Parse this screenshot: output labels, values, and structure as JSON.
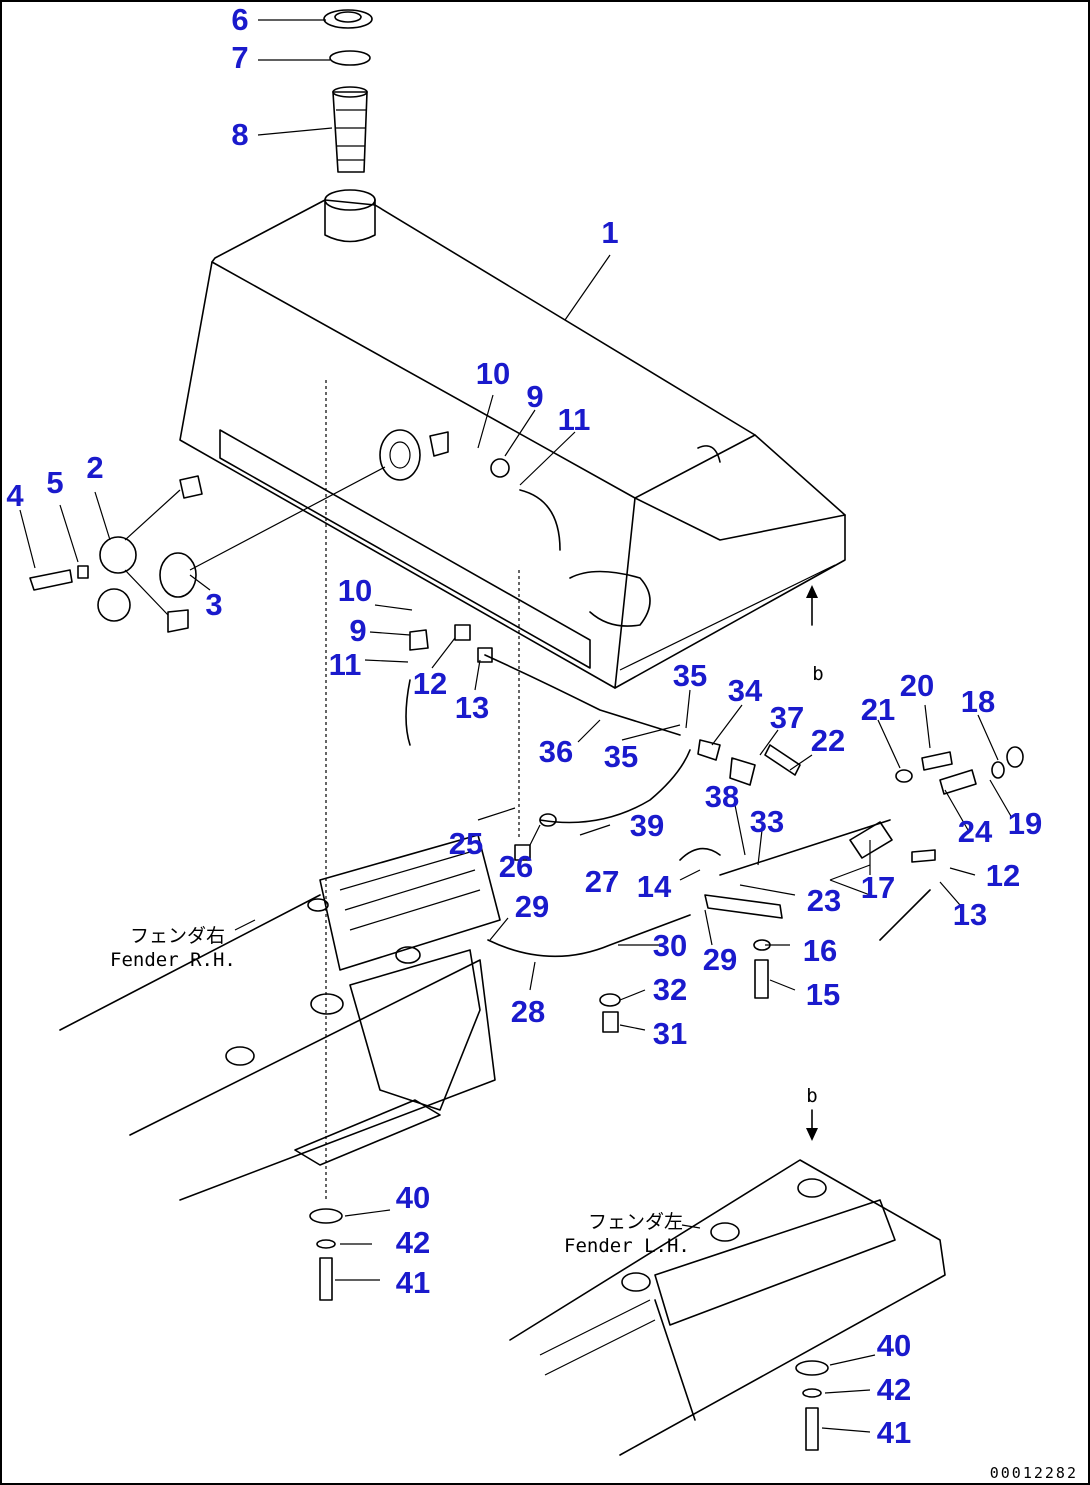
{
  "labels": [
    {
      "id": "6",
      "text": "6"
    },
    {
      "id": "7",
      "text": "7"
    },
    {
      "id": "8",
      "text": "8"
    },
    {
      "id": "1",
      "text": "1"
    },
    {
      "id": "10a",
      "text": "10"
    },
    {
      "id": "9a",
      "text": "9"
    },
    {
      "id": "11a",
      "text": "11"
    },
    {
      "id": "2",
      "text": "2"
    },
    {
      "id": "4",
      "text": "4"
    },
    {
      "id": "5",
      "text": "5"
    },
    {
      "id": "3",
      "text": "3"
    },
    {
      "id": "10b",
      "text": "10"
    },
    {
      "id": "9b",
      "text": "9"
    },
    {
      "id": "11b",
      "text": "11"
    },
    {
      "id": "12a",
      "text": "12"
    },
    {
      "id": "13a",
      "text": "13"
    },
    {
      "id": "35a",
      "text": "35"
    },
    {
      "id": "34",
      "text": "34"
    },
    {
      "id": "36",
      "text": "36"
    },
    {
      "id": "35b",
      "text": "35"
    },
    {
      "id": "37",
      "text": "37"
    },
    {
      "id": "22",
      "text": "22"
    },
    {
      "id": "21",
      "text": "21"
    },
    {
      "id": "20",
      "text": "20"
    },
    {
      "id": "18",
      "text": "18"
    },
    {
      "id": "38",
      "text": "38"
    },
    {
      "id": "33",
      "text": "33"
    },
    {
      "id": "24",
      "text": "24"
    },
    {
      "id": "19",
      "text": "19"
    },
    {
      "id": "25",
      "text": "25"
    },
    {
      "id": "26",
      "text": "26"
    },
    {
      "id": "39",
      "text": "39"
    },
    {
      "id": "27",
      "text": "27"
    },
    {
      "id": "14",
      "text": "14"
    },
    {
      "id": "23",
      "text": "23"
    },
    {
      "id": "17",
      "text": "17"
    },
    {
      "id": "12b",
      "text": "12"
    },
    {
      "id": "13b",
      "text": "13"
    },
    {
      "id": "29a",
      "text": "29"
    },
    {
      "id": "30",
      "text": "30"
    },
    {
      "id": "29b",
      "text": "29"
    },
    {
      "id": "16",
      "text": "16"
    },
    {
      "id": "32",
      "text": "32"
    },
    {
      "id": "15",
      "text": "15"
    },
    {
      "id": "28",
      "text": "28"
    },
    {
      "id": "31",
      "text": "31"
    },
    {
      "id": "40a",
      "text": "40"
    },
    {
      "id": "42a",
      "text": "42"
    },
    {
      "id": "41a",
      "text": "41"
    },
    {
      "id": "40b",
      "text": "40"
    },
    {
      "id": "42b",
      "text": "42"
    },
    {
      "id": "41b",
      "text": "41"
    }
  ],
  "notes": {
    "fender_rh_jp": "フェンダ右",
    "fender_rh_en": "Fender R.H.",
    "fender_lh_jp": "フェンダ左",
    "fender_lh_en": "Fender L.H.",
    "view_ref_top": "b",
    "view_ref_bottom": "b"
  },
  "drawing_code": "00012282",
  "colors": {
    "part_number": "#1a1acc",
    "line": "#000000",
    "background": "#ffffff"
  }
}
